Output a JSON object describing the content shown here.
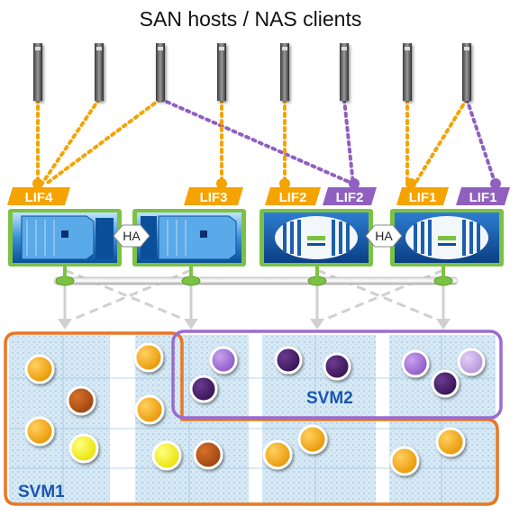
{
  "title": "SAN hosts / NAS clients",
  "lifs": {
    "lif4": "LIF4",
    "lif3": "LIF3",
    "lif2_orange": "LIF2",
    "lif2_purple": "LIF2",
    "lif1_orange": "LIF1",
    "lif1_purple": "LIF1"
  },
  "ha_left": "HA",
  "ha_right": "HA",
  "svm1": "SVM1",
  "svm2": "SVM2",
  "colors": {
    "orange": "#f5a300",
    "purple": "#9060c0",
    "svm1_border": "#e87722",
    "svm2_border": "#9b6ccf",
    "green": "#7cc242",
    "svm_text": "#1a56b0"
  },
  "icons": [
    "server-icon",
    "storage-controller-icon"
  ]
}
